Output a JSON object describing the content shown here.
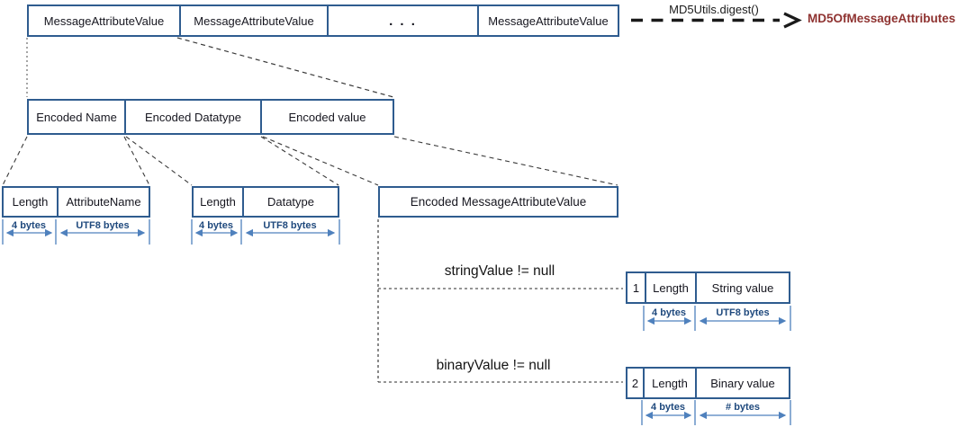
{
  "diagram": {
    "title_semantics": "MessageAttributeValue MD5 encoding structure",
    "top_row": {
      "cells": [
        "MessageAttributeValue",
        "MessageAttributeValue",
        ". . .",
        "MessageAttributeValue"
      ]
    },
    "digest": {
      "arrow_label": "MD5Utils.digest()",
      "result_label": "MD5OfMessageAttributes",
      "result_color": "#8f3331"
    },
    "encoded_row": {
      "cells": [
        "Encoded Name",
        "Encoded Datatype",
        "Encoded value"
      ]
    },
    "name_group": {
      "cells": [
        "Length",
        "AttributeName"
      ],
      "dims": [
        "4 bytes",
        "UTF8 bytes"
      ]
    },
    "datatype_group": {
      "cells": [
        "Length",
        "Datatype"
      ],
      "dims": [
        "4 bytes",
        "UTF8 bytes"
      ]
    },
    "encoded_mav": {
      "label": "Encoded MessageAttributeValue"
    },
    "string_branch": {
      "condition": "stringValue != null",
      "cells": [
        "1",
        "Length",
        "String value"
      ],
      "dims": [
        "4 bytes",
        "UTF8 bytes"
      ]
    },
    "binary_branch": {
      "condition": "binaryValue != null",
      "cells": [
        "2",
        "Length",
        "Binary value"
      ],
      "dims": [
        "4 bytes",
        "# bytes"
      ]
    },
    "colors": {
      "box_border": "#2f5c8f",
      "dim_arrow": "#4f81bd",
      "dim_text": "#1f497d",
      "connector": "#3a3a3a"
    }
  }
}
